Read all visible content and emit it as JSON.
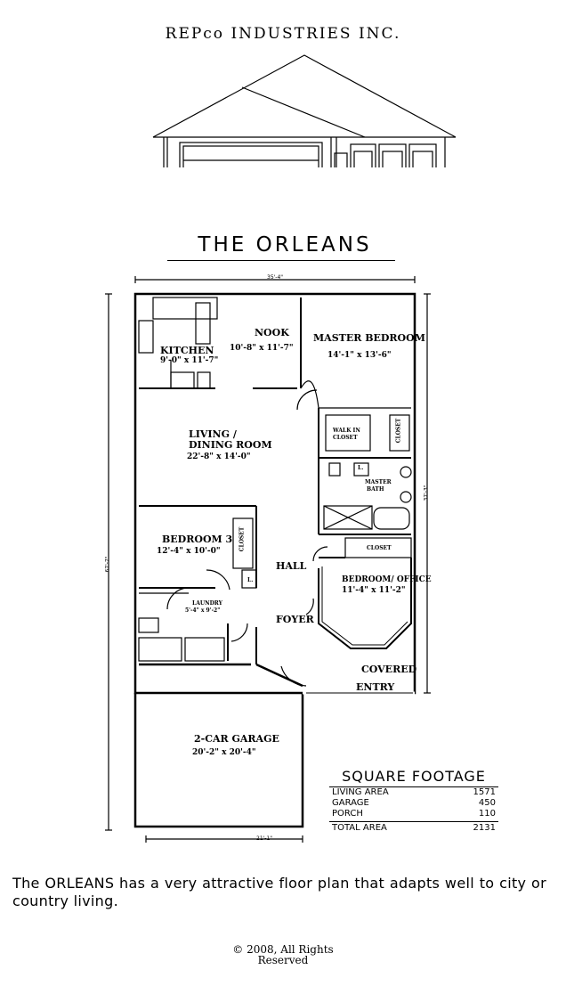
{
  "company": "REPco INDUSTRIES INC.",
  "plan_title": "THE ORLEANS",
  "dimensions": {
    "top_width": "35'-4\"",
    "bottom_width": "21'-1\"",
    "left_depth": "67'-7\"",
    "right_depth": "37'-3\""
  },
  "rooms": {
    "kitchen": {
      "label": "KITCHEN",
      "size": "9'-0\" x 11'-7\""
    },
    "nook": {
      "label": "NOOK",
      "size": "10'-8\" x 11'-7\""
    },
    "master_bedroom": {
      "label": "MASTER BEDROOM",
      "size": "14'-1\" x 13'-6\""
    },
    "living_dining": {
      "label_line1": "LIVING /",
      "label_line2": "DINING ROOM",
      "size": "22'-8\" x 14'-0\""
    },
    "walk_in_closet": {
      "label_line1": "WALK IN",
      "label_line2": "CLOSET"
    },
    "closet_master": "CLOSET",
    "linen": "L.",
    "master_bath": {
      "label_line1": "MASTER",
      "label_line2": "BATH"
    },
    "bedroom3": {
      "label": "BEDROOM 3",
      "size": "12'-4\" x 10'-0\""
    },
    "closet_bed3": "CLOSET",
    "linen_hall": "L.",
    "hall": "HALL",
    "closet_office": "CLOSET",
    "bedroom_office": {
      "label": "BEDROOM/ OFFICE",
      "size": "11'-4\" x 11'-2\""
    },
    "laundry": {
      "label": "LAUNDRY",
      "size": "5'-4\" x 9'-2\""
    },
    "foyer": "FOYER",
    "covered_entry": {
      "label_line1": "COVERED",
      "label_line2": "ENTRY"
    },
    "garage": {
      "label": "2-CAR GARAGE",
      "size": "20'-2\" x 20'-4\""
    }
  },
  "square_footage": {
    "title": "SQUARE FOOTAGE",
    "rows": [
      {
        "label": "LIVING AREA",
        "value": "1571"
      },
      {
        "label": "GARAGE",
        "value": "450"
      },
      {
        "label": "PORCH",
        "value": "110"
      }
    ],
    "total": {
      "label": "TOTAL AREA",
      "value": "2131"
    }
  },
  "description": "The ORLEANS has a very attractive floor plan that adapts well to city or country living.",
  "copyright_line1": "© 2008, All Rights",
  "copyright_line2": "Reserved"
}
